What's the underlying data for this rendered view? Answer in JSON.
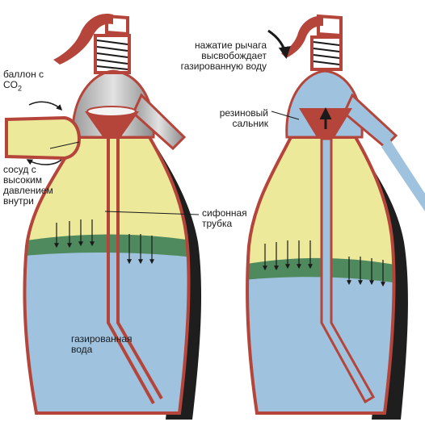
{
  "labels": {
    "gas_cylinder_line1": "баллон с",
    "gas_cylinder_line2": "CO",
    "gas_cylinder_sub": "2",
    "pressure_vessel": "сосуд с высоким давлением внутри",
    "siphon_tube": "сифонная трубка",
    "soda_water": "газированная вода",
    "lever_press": "нажатие рычага высвобождает газированную воду",
    "rubber_seal": "резиновый сальник"
  },
  "colors": {
    "outline": "#b5453a",
    "dark_side": "#1e1e1e",
    "gas": "#ece99b",
    "foam": "#4f8a5e",
    "water": "#9fc3df",
    "metal": "#b8b8b8",
    "seal": "#b5453a"
  },
  "icons": [
    "arrow-icon",
    "spring-icon",
    "lever-icon"
  ]
}
